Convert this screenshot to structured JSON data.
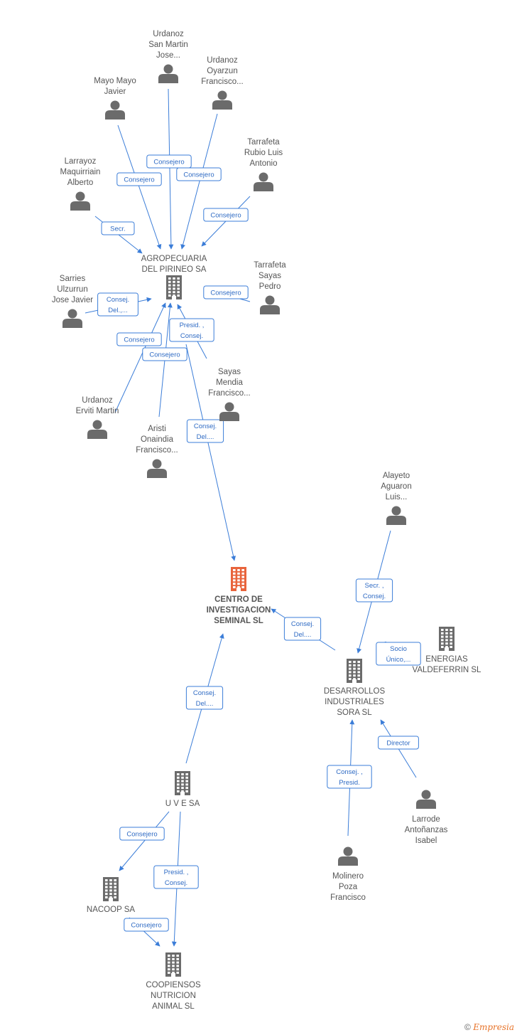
{
  "colors": {
    "accent": "#3b7dd8",
    "icon": "#6b6b6b",
    "center_icon": "#e8643c",
    "text": "#555555"
  },
  "nodes": [
    {
      "id": "urd_san",
      "type": "person",
      "lines": [
        "Urdanoz",
        "San Martin",
        "Jose..."
      ]
    },
    {
      "id": "urd_oya",
      "type": "person",
      "lines": [
        "Urdanoz",
        "Oyarzun",
        "Francisco..."
      ]
    },
    {
      "id": "mayo",
      "type": "person",
      "lines": [
        "Mayo Mayo",
        "Javier"
      ]
    },
    {
      "id": "tarr_rub",
      "type": "person",
      "lines": [
        "Tarrafeta",
        "Rubio Luis",
        "Antonio"
      ]
    },
    {
      "id": "larr_maq",
      "type": "person",
      "lines": [
        "Larrayoz",
        "Maquirriain",
        "Alberto"
      ]
    },
    {
      "id": "tarr_say",
      "type": "person",
      "lines": [
        "Tarrafeta",
        "Sayas",
        "Pedro"
      ]
    },
    {
      "id": "sarr",
      "type": "person",
      "lines": [
        "Sarries",
        "Ulzurrun",
        "Jose Javier"
      ]
    },
    {
      "id": "sayas",
      "type": "person",
      "lines": [
        "Sayas",
        "Mendia",
        "Francisco..."
      ]
    },
    {
      "id": "urd_erv",
      "type": "person",
      "lines": [
        "Urdanoz",
        "Erviti Martin"
      ]
    },
    {
      "id": "aristi",
      "type": "person",
      "lines": [
        "Aristi",
        "Onaindia",
        "Francisco..."
      ]
    },
    {
      "id": "alayeto",
      "type": "person",
      "lines": [
        "Alayeto",
        "Aguaron",
        "Luis..."
      ]
    },
    {
      "id": "larrode",
      "type": "person",
      "lines": [
        "Larrode",
        "Antoñanzas",
        "Isabel"
      ]
    },
    {
      "id": "molinero",
      "type": "person",
      "lines": [
        "Molinero",
        "Poza",
        "Francisco"
      ]
    },
    {
      "id": "agro",
      "type": "company",
      "lines": [
        "AGROPECUARIA",
        "DEL PIRINEO SA"
      ]
    },
    {
      "id": "centro",
      "type": "center",
      "lines": [
        "CENTRO DE",
        "INVESTIGACION",
        "SEMINAL SL"
      ]
    },
    {
      "id": "energias",
      "type": "company",
      "lines": [
        "ENERGIAS",
        "VALDEFERRIN SL"
      ]
    },
    {
      "id": "desarr",
      "type": "company",
      "lines": [
        "DESARROLLOS",
        "INDUSTRIALES",
        "SORA SL"
      ]
    },
    {
      "id": "uvesa",
      "type": "company",
      "lines": [
        "U V E SA"
      ]
    },
    {
      "id": "nacoop",
      "type": "company",
      "lines": [
        "NACOOP SA"
      ]
    },
    {
      "id": "coopiensos",
      "type": "company",
      "lines": [
        "COOPIENSOS",
        "NUTRICION",
        "ANIMAL  SL"
      ]
    }
  ],
  "edges": [
    {
      "from": "urd_san",
      "to": "agro",
      "label": [
        "Consejero"
      ]
    },
    {
      "from": "mayo",
      "to": "agro",
      "label": [
        "Consejero"
      ]
    },
    {
      "from": "urd_oya",
      "to": "agro",
      "label": [
        "Consejero"
      ]
    },
    {
      "from": "tarr_rub",
      "to": "agro",
      "label": [
        "Consejero"
      ]
    },
    {
      "from": "larr_maq",
      "to": "agro",
      "label": [
        "Secr."
      ]
    },
    {
      "from": "tarr_say",
      "to": "agro",
      "label": [
        "Consejero"
      ]
    },
    {
      "from": "sarr",
      "to": "agro",
      "label": [
        "Consej.",
        "Del.,..."
      ]
    },
    {
      "from": "sayas",
      "to": "agro",
      "label": [
        "Presid. ,",
        "Consej."
      ]
    },
    {
      "from": "urd_erv",
      "to": "agro",
      "label": [
        "Consejero"
      ]
    },
    {
      "from": "aristi",
      "to": "agro",
      "label": [
        "Consejero"
      ]
    },
    {
      "from": "agro",
      "to": "centro",
      "label": [
        "Consej.",
        "Del...."
      ]
    },
    {
      "from": "alayeto",
      "to": "desarr",
      "label": [
        "Secr. ,",
        "Consej."
      ]
    },
    {
      "from": "desarr",
      "to": "centro",
      "label": [
        "Consej.",
        "Del...."
      ]
    },
    {
      "from": "energias",
      "to": "desarr",
      "label": [
        "Socio",
        "Único,..."
      ]
    },
    {
      "from": "larrode",
      "to": "desarr",
      "label": [
        "Director"
      ]
    },
    {
      "from": "molinero",
      "to": "desarr",
      "label": [
        "Consej. ,",
        "Presid."
      ]
    },
    {
      "from": "uvesa",
      "to": "centro",
      "label": [
        "Consej.",
        "Del...."
      ]
    },
    {
      "from": "uvesa",
      "to": "nacoop",
      "label": [
        "Consejero"
      ]
    },
    {
      "from": "uvesa",
      "to": "coopiensos",
      "label": [
        "Presid. ,",
        "Consej."
      ]
    },
    {
      "from": "nacoop",
      "to": "coopiensos",
      "label": [
        "Consejero"
      ]
    }
  ],
  "footer": {
    "copyright": "©",
    "brand": "Empresia"
  }
}
